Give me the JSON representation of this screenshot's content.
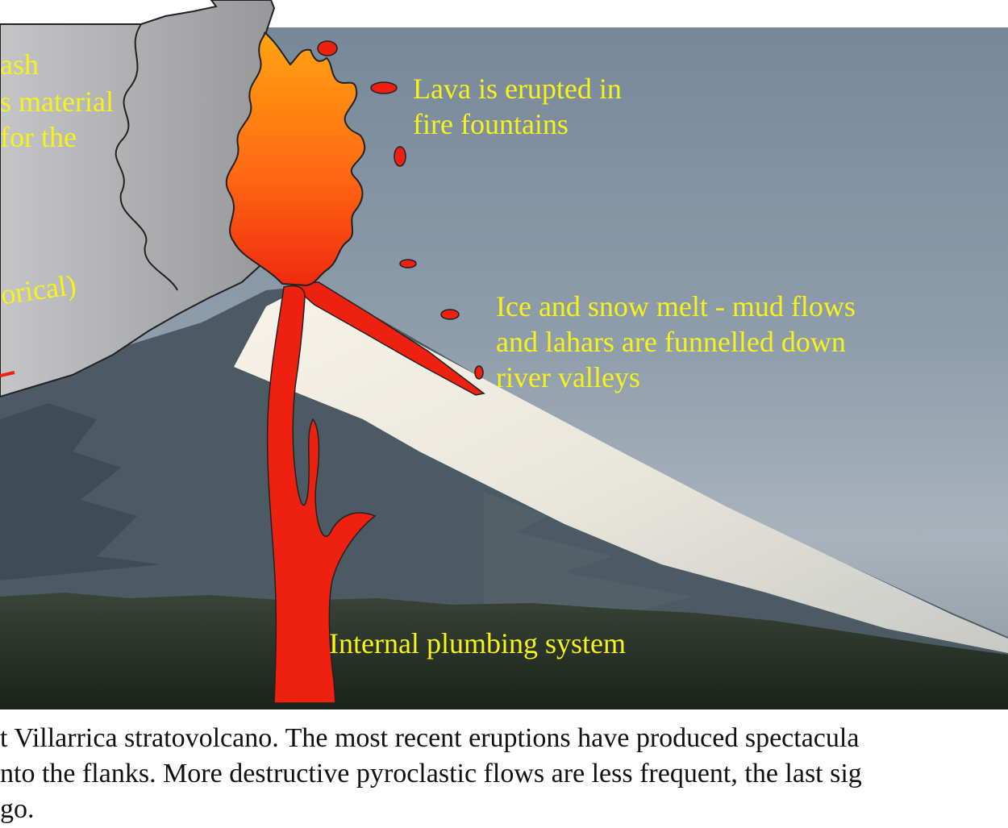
{
  "colors": {
    "label": "#f6f21a",
    "lava": "#ee2010",
    "fountain_top": "#ff9a10",
    "plume": "#a2a3a5",
    "sky_top": "#7a8a99",
    "snow": "#f2eee3",
    "forest": "#1f2a1e"
  },
  "labels": {
    "ash_1": "ash",
    "ash_2": "s material",
    "ash_3": "for the",
    "strombolian": "orical)",
    "lava_1": "Lava is erupted in",
    "lava_2": "fire fountains",
    "melt_1": "Ice and snow melt - mud flows",
    "melt_2": "and lahars are funnelled down",
    "melt_3": "river valleys",
    "plumbing": "Internal plumbing system"
  },
  "caption": {
    "line1": "t Villarrica stratovolcano.  The most recent eruptions have produced spectacula",
    "line2": "nto the flanks.  More destructive pyroclastic flows are less frequent, the last sig",
    "line3": "go."
  }
}
